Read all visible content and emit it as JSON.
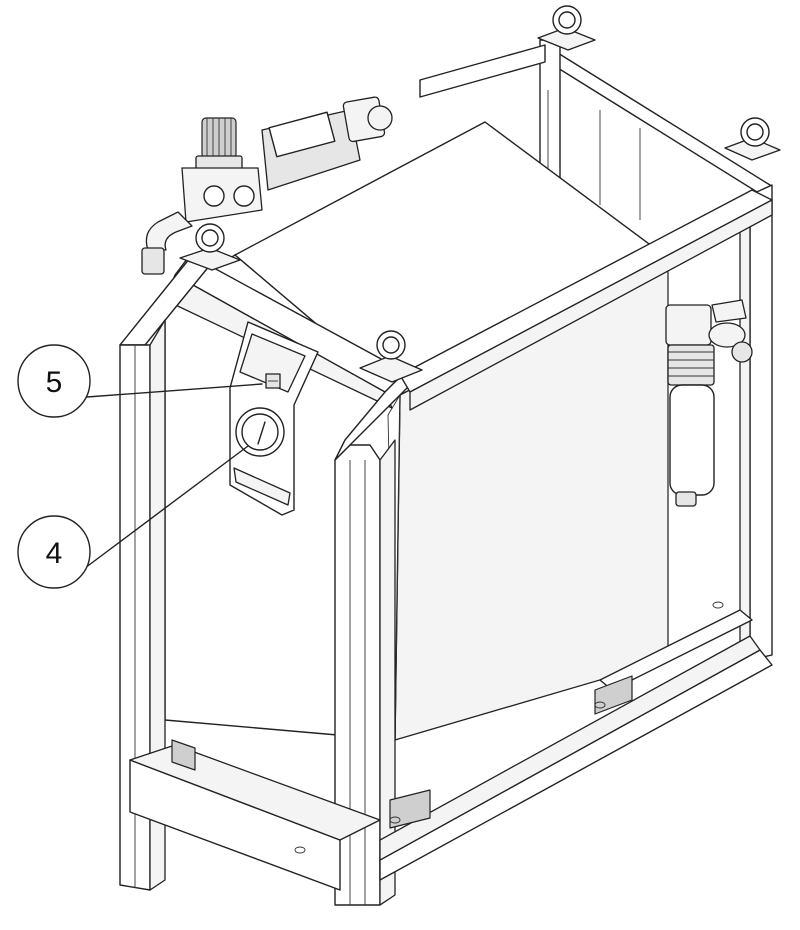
{
  "callouts": [
    {
      "label": "5",
      "target": "switch"
    },
    {
      "label": "4",
      "target": "pressure-gauge"
    }
  ]
}
